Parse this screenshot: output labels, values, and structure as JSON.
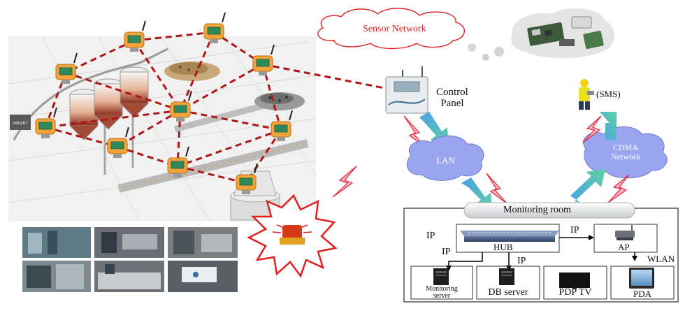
{
  "diagram": {
    "sensor_network_label": "Sensor Network",
    "control_panel_label": "Control\nPanel",
    "sms_label": "(SMS)",
    "lan_label": "LAN",
    "cdma_label": "CDMA\nNetwork",
    "monitoring_room_label": "Monitoring room",
    "hub_label": "HUB",
    "ap_label": "AP",
    "ip_labels": [
      "IP",
      "IP",
      "IP",
      "IP"
    ],
    "wlan_label": "WLAN",
    "devices": [
      {
        "label": "Monitoring\nserver"
      },
      {
        "label": "DB server"
      },
      {
        "label": "PDP TV"
      },
      {
        "label": "PDA"
      }
    ]
  },
  "colors": {
    "sensor_net_text": "#d62424",
    "link_dashes": "#b01616",
    "cloud_blue": "#8f9df0",
    "arrow_cyan": "#4fa7e6",
    "arrow_green": "#58c9a0",
    "lightning": "#e2283c",
    "hub_blue": "#3c4f7c"
  }
}
